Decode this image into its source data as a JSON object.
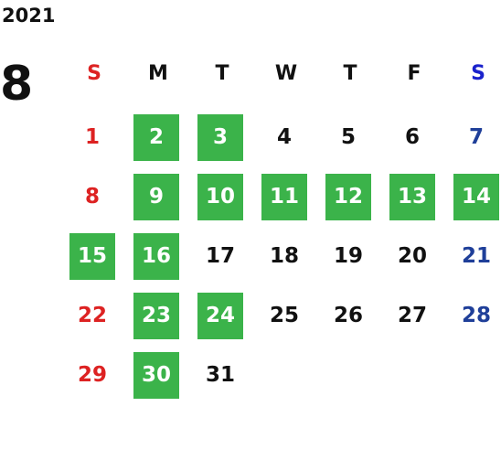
{
  "year": "2021",
  "month": "8",
  "colors": {
    "default": "#111111",
    "sunday": "#dd2222",
    "saturday_header": "#1a22cc",
    "saturday": "#1f3f99",
    "highlight": "#3bb34a",
    "highlight_text": "#ffffff"
  },
  "weekdays": [
    {
      "label": "S",
      "type": "sunday"
    },
    {
      "label": "M",
      "type": "default"
    },
    {
      "label": "T",
      "type": "default"
    },
    {
      "label": "W",
      "type": "default"
    },
    {
      "label": "T",
      "type": "default"
    },
    {
      "label": "F",
      "type": "default"
    },
    {
      "label": "S",
      "type": "saturday_header"
    }
  ],
  "days": [
    {
      "label": "1",
      "highlighted": false
    },
    {
      "label": "2",
      "highlighted": true
    },
    {
      "label": "3",
      "highlighted": true
    },
    {
      "label": "4",
      "highlighted": false
    },
    {
      "label": "5",
      "highlighted": false
    },
    {
      "label": "6",
      "highlighted": false
    },
    {
      "label": "7",
      "highlighted": false
    },
    {
      "label": "8",
      "highlighted": false
    },
    {
      "label": "9",
      "highlighted": true
    },
    {
      "label": "10",
      "highlighted": true
    },
    {
      "label": "11",
      "highlighted": true
    },
    {
      "label": "12",
      "highlighted": true
    },
    {
      "label": "13",
      "highlighted": true
    },
    {
      "label": "14",
      "highlighted": true
    },
    {
      "label": "15",
      "highlighted": true
    },
    {
      "label": "16",
      "highlighted": true
    },
    {
      "label": "17",
      "highlighted": false
    },
    {
      "label": "18",
      "highlighted": false
    },
    {
      "label": "19",
      "highlighted": false
    },
    {
      "label": "20",
      "highlighted": false
    },
    {
      "label": "21",
      "highlighted": false
    },
    {
      "label": "22",
      "highlighted": false
    },
    {
      "label": "23",
      "highlighted": true
    },
    {
      "label": "24",
      "highlighted": true
    },
    {
      "label": "25",
      "highlighted": false
    },
    {
      "label": "26",
      "highlighted": false
    },
    {
      "label": "27",
      "highlighted": false
    },
    {
      "label": "28",
      "highlighted": false
    },
    {
      "label": "29",
      "highlighted": false
    },
    {
      "label": "30",
      "highlighted": true
    },
    {
      "label": "31",
      "highlighted": false
    }
  ]
}
